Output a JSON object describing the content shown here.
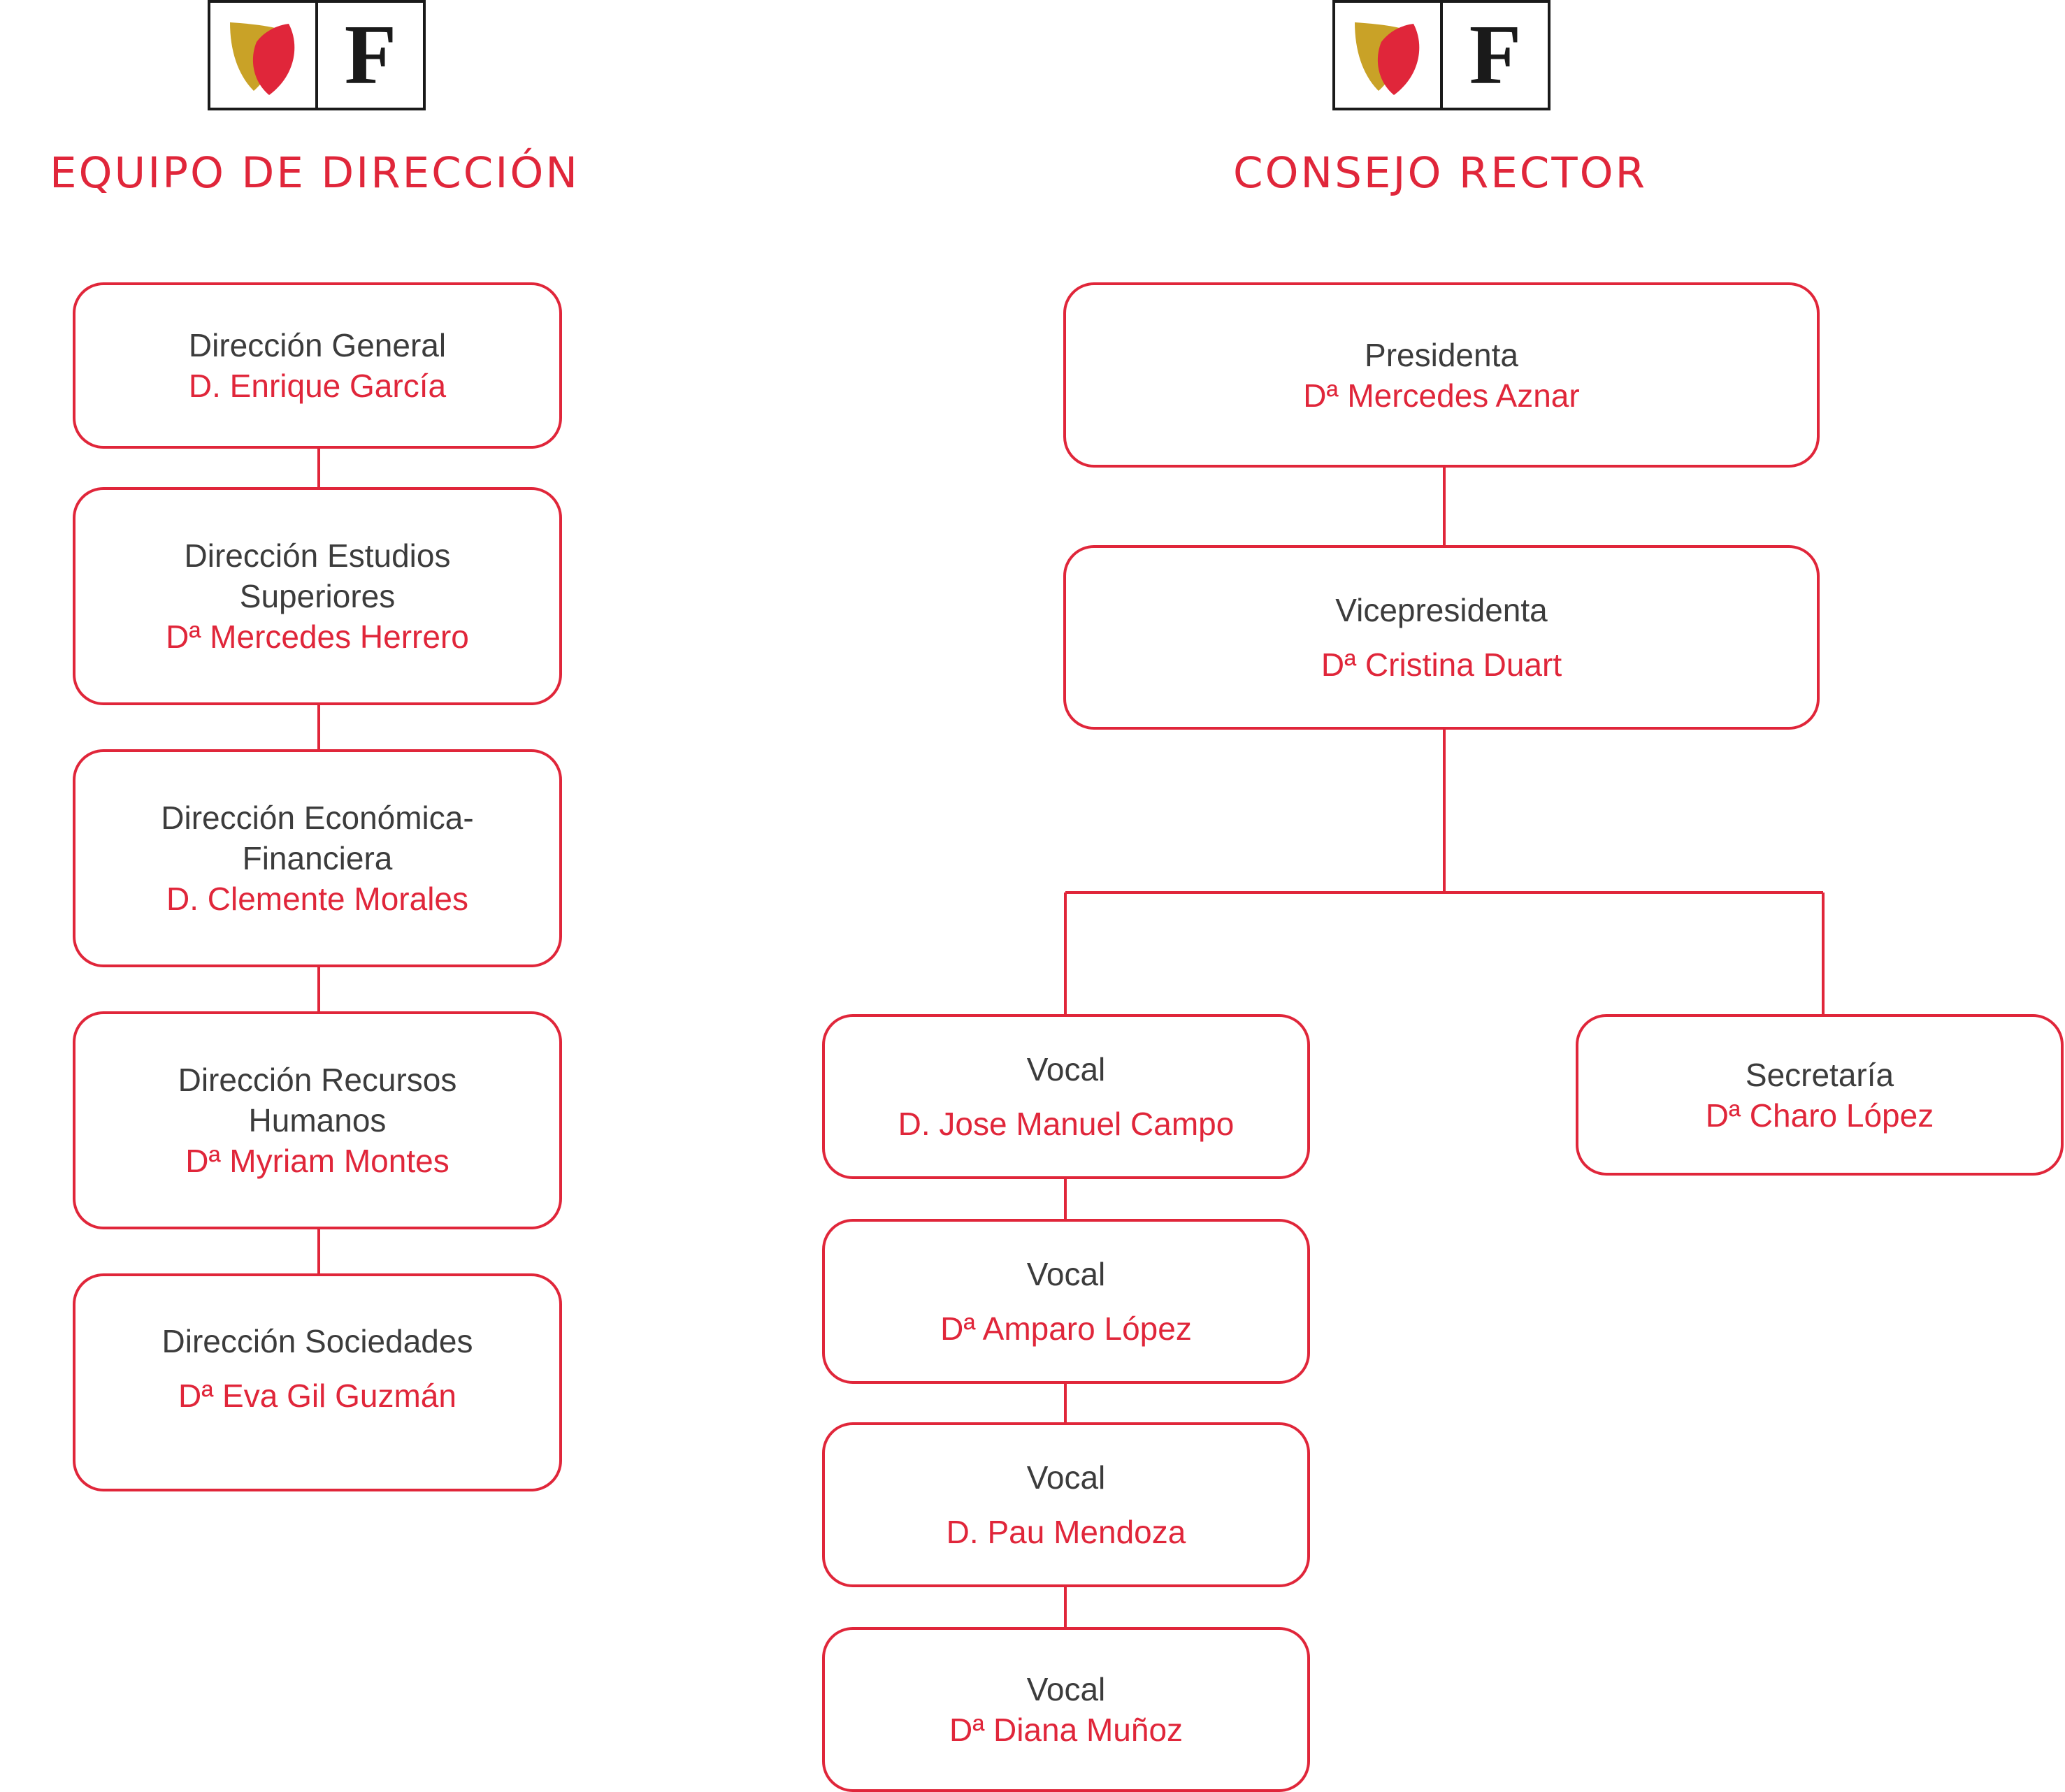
{
  "colors": {
    "accent": "#e0263a",
    "text": "#3c3c3c",
    "logo_gold": "#c9a227",
    "logo_dark": "#1a1a1a"
  },
  "logo": {
    "letter": "F",
    "icon": "shield-leaf-icon"
  },
  "equipo": {
    "title": "EQUIPO DE DIRECCIÓN",
    "nodes": [
      {
        "role": "Dirección General",
        "name": "D. Enrique García"
      },
      {
        "role": "Dirección Estudios\nSuperiores",
        "name": "Dª Mercedes Herrero"
      },
      {
        "role": "Dirección Económica-\nFinanciera",
        "name": "D. Clemente Morales"
      },
      {
        "role": "Dirección Recursos\nHumanos",
        "name": "Dª Myriam Montes"
      },
      {
        "role": "Dirección Sociedades",
        "name": "Dª Eva Gil Guzmán"
      }
    ]
  },
  "consejo": {
    "title": "CONSEJO RECTOR",
    "presidenta": {
      "role": "Presidenta",
      "name": "Dª Mercedes Aznar"
    },
    "vicepresidenta": {
      "role": "Vicepresidenta",
      "name": "Dª Cristina Duart"
    },
    "vocales": [
      {
        "role": "Vocal",
        "name": "D. Jose Manuel Campo"
      },
      {
        "role": "Vocal",
        "name": "Dª Amparo López"
      },
      {
        "role": "Vocal",
        "name": "D. Pau Mendoza"
      },
      {
        "role": "Vocal",
        "name": "Dª Diana Muñoz"
      }
    ],
    "secretaria": {
      "role": "Secretaría",
      "name": "Dª Charo López"
    }
  }
}
